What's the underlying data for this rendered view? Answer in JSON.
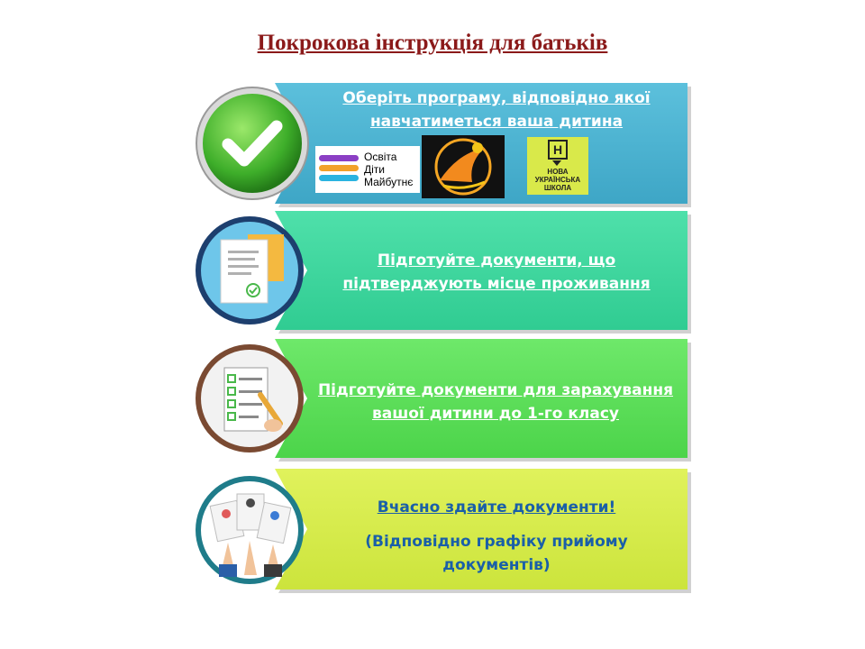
{
  "title": "Покрокова інструкція для батьків",
  "steps": [
    {
      "lines": [
        "Оберіть програму, відповідно якої",
        "навчатиметься ваша дитина"
      ],
      "color": "#4fb2cf"
    },
    {
      "lines": [
        "Підготуйте документи, що",
        "підтверджують місце проживання"
      ],
      "color": "#3dd9a0"
    },
    {
      "lines": [
        "Підготуйте документи для зарахування",
        "вашої дитини до 1-го класу"
      ],
      "color": "#5ee05c"
    },
    {
      "lines": [
        "Вчасно здайте документи!"
      ],
      "sublines": [
        "(Відповідно графіку прийому",
        "документів)"
      ],
      "color": "#d6ee4a"
    }
  ],
  "logos": {
    "odm": {
      "lines": [
        "Освіта",
        "Діти",
        "Майбутнє"
      ]
    },
    "nus": {
      "letter": "Н",
      "lines": [
        "НОВА",
        "УКРАЇНСЬКА",
        "ШКОЛА"
      ]
    }
  },
  "colors": {
    "title": "#8b1a1a",
    "text_dark_blue": "#1a5fa8",
    "text_white": "#ffffff"
  }
}
